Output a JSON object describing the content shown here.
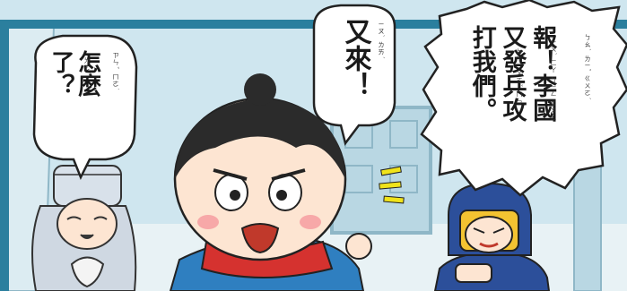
{
  "bubbles": {
    "left": {
      "lines": [
        "怎麼",
        "了？"
      ],
      "ruby": [
        "ㄗㄣˇ ㄇㄜ˙",
        "ㄌㄜ˙"
      ]
    },
    "middle": {
      "lines": [
        "又來！"
      ],
      "ruby": [
        "ㄧㄡˋ ㄌㄞˊ"
      ]
    },
    "right": {
      "lines": [
        "報！李國",
        "又發兵攻",
        "打我們。"
      ],
      "ruby": [
        "ㄅㄠˋ ㄌㄧˇ ㄍㄨㄛˊ",
        "ㄧㄡˋ ㄈㄚ ㄅㄧㄥ ㄍㄨㄥ",
        "ㄉㄚˇ ㄨㄛˇ ㄇㄣ˙"
      ]
    }
  },
  "colors": {
    "wall": "#cfe6ef",
    "wall_dark": "#8fb7c7",
    "frame": "#2b7f9e",
    "scholar_hat": "#d8e1ea",
    "boy_hair": "#2b2b2b",
    "boy_skin": "#fde5d2",
    "boy_robe": "#2f7fc0",
    "scarf": "#d5322f",
    "guard_helmet": "#2c4f9a",
    "guard_trim": "#f3c331",
    "speed_lines": "#f0e31b"
  }
}
